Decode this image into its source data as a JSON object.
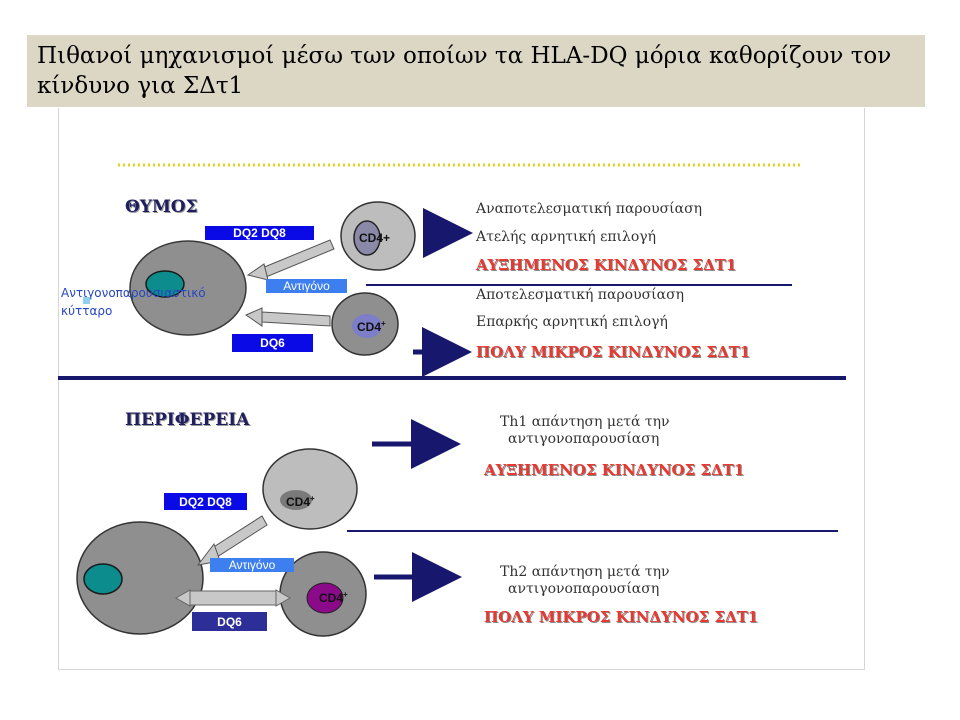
{
  "title": "Πιθανοί μηχανισμοί μέσω των οποίων τα HLA-DQ μόρια καθορίζουν τον κίνδυνο για ΣΔτ1",
  "thymus": {
    "label": "ΘΥΜΟΣ",
    "dq_high": "DQ2    DQ8",
    "dq_low": "DQ6",
    "antigen": "Αντιγόνο",
    "apc_label_1": "Αντιγονοπαρουσιαστικό",
    "apc_label_2": "κύτταρο",
    "cd4_top": "CD4+",
    "cd4_bottom": "CD4",
    "cd4_bottom_sup": "+",
    "line1": "Αναποτελεσματική παρουσίαση",
    "line2": "Ατελής αρνητική επιλογή",
    "risk_high": "ΑΥΞΗΜΕΝΟΣ ΚΙΝΔΥΝΟΣ ΣΔΤ1",
    "line3": "Αποτελεσματική παρουσίαση",
    "line4": "Επαρκής αρνητική επιλογή",
    "risk_low": "ΠΟΛΥ ΜΙΚΡΟΣ ΚΙΝΔΥΝΟΣ ΣΔΤ1"
  },
  "periphery": {
    "label": "ΠΕΡΙΦΕΡΕΙΑ",
    "dq_high": "DQ2  DQ8",
    "dq_low": "DQ6",
    "antigen": "Αντιγόνο",
    "cd4": "CD4",
    "cd4_sup": "+",
    "th1_1": "Th1 απάντηση μετά την",
    "th1_2": "αντιγονοπαρουσίαση",
    "risk_high": "ΑΥΞΗΜΕΝΟΣ ΚΙΝΔΥΝΟΣ ΣΔΤ1",
    "th2_1": "Th2 απάντηση μετά την",
    "th2_2": "αντιγονοπαρουσίαση",
    "risk_low": "ΠΟΛΥ ΜΙΚΡΟΣ ΚΙΝΔΥΝΟΣ ΣΔΤ1"
  },
  "colors": {
    "dq_box": "#0a0ae6",
    "dq_box_dark": "#2e2e99",
    "navy": "#17176e",
    "risk": "#e8382f",
    "cell": "#9a9a9a",
    "nucleus": "#0c8c8c",
    "cd4_nucleus_purple": "#8a0a8a",
    "dotted": "#e8d21f"
  }
}
